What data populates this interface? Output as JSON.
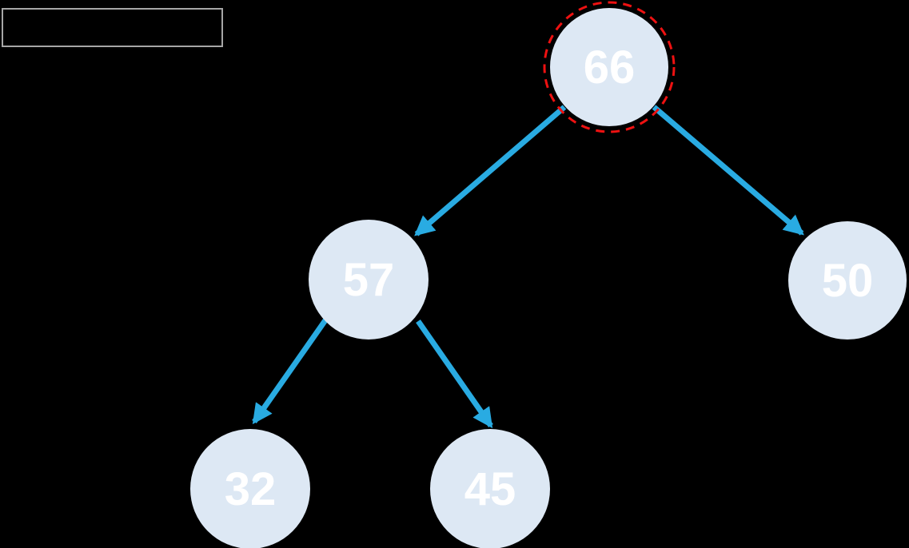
{
  "colors": {
    "background": "#000000",
    "node_fill": "#dde8f4",
    "node_text": "#ffffff",
    "arrow": "#29abe2",
    "highlight": "#ee1111",
    "title_box_border": "#a6a6a6"
  },
  "title_box": {
    "text": ""
  },
  "tree": {
    "type": "binary-tree",
    "nodes": [
      {
        "id": "66",
        "value": "66",
        "highlighted": true
      },
      {
        "id": "57",
        "value": "57",
        "highlighted": false
      },
      {
        "id": "50",
        "value": "50",
        "highlighted": false
      },
      {
        "id": "32",
        "value": "32",
        "highlighted": false
      },
      {
        "id": "45",
        "value": "45",
        "highlighted": false
      }
    ],
    "edges": [
      {
        "from": "66",
        "to": "57"
      },
      {
        "from": "66",
        "to": "50"
      },
      {
        "from": "57",
        "to": "32"
      },
      {
        "from": "57",
        "to": "45"
      }
    ]
  }
}
